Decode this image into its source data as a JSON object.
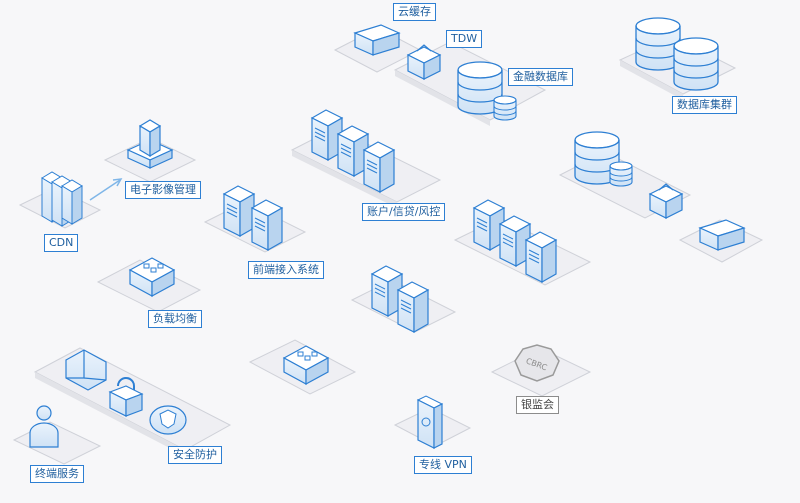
{
  "colors": {
    "stroke": "#2d7fd3",
    "face": "#dbeaf8",
    "face_top": "#ffffff",
    "plate": "#eeeff3",
    "plate_line": "#c9cbd2",
    "gray": "#9a9a9a"
  },
  "labels": {
    "cloud_cache": "云缓存",
    "tdw": "TDW",
    "finance_db": "金融数据库",
    "db_cluster": "数据库集群",
    "image_mgmt": "电子影像管理",
    "cdn": "CDN",
    "account_credit_risk": "账户/信贷/风控",
    "frontend_access": "前端接入系统",
    "load_balance": "负载均衡",
    "security": "安全防护",
    "terminal_service": "终端服务",
    "vpn": "专线 VPN",
    "cbrc": "银监会",
    "cbrc_badge": "CBRC"
  },
  "icons": [
    "cache-box-icon",
    "router-icon",
    "database-icon",
    "server-icon",
    "building-icon",
    "file-rack-icon",
    "load-balancer-icon",
    "firewall-icon",
    "lock-icon",
    "shield-icon",
    "user-icon",
    "vpn-card-icon",
    "cbrc-badge-icon"
  ]
}
